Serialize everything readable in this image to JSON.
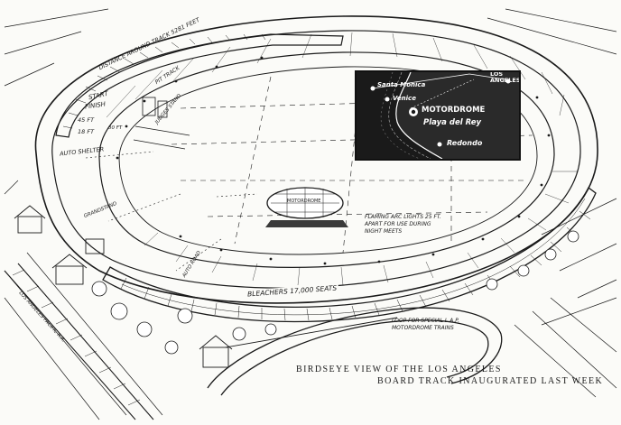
{
  "illustration": {
    "track_labels": {
      "distance": "DISTANCE AROUND TRACK 5281 FEET",
      "start": "START",
      "finish": "FINISH",
      "pit_track": "PIT TRACK",
      "judges_stand": "JUDGES STAND",
      "auto_shelter": "AUTO SHELTER",
      "width_outer": "45 FT",
      "width_inner": "18 FT",
      "grade": "30 FT",
      "grandstand": "GRANDSTAND",
      "bleachers": "BLEACHERS 17,000 SEATS",
      "auto_road": "AUTO ROAD",
      "railway": "LOS ANGELES PACIFIC R.R.",
      "flaming_arc": "FLAMING ARC LIGHTS 25 FT. APART FOR USE DURING NIGHT MEETS",
      "loop": "LOOP FOR SPECIAL L.A.P. MOTORDROME TRAINS",
      "blimp": "MOTORDROME"
    },
    "inset_map": {
      "los_angeles": "LOS ANGELES",
      "santa_monica": "Santa Monica",
      "venice": "Venice",
      "motordrome": "MOTORDROME",
      "playa_del_rey": "Playa del Rey",
      "redondo": "Redondo"
    },
    "caption": {
      "line1": "BIRDSEYE VIEW OF THE LOS ANGELES",
      "line2": "BOARD TRACK INAUGURATED LAST WEEK"
    }
  }
}
